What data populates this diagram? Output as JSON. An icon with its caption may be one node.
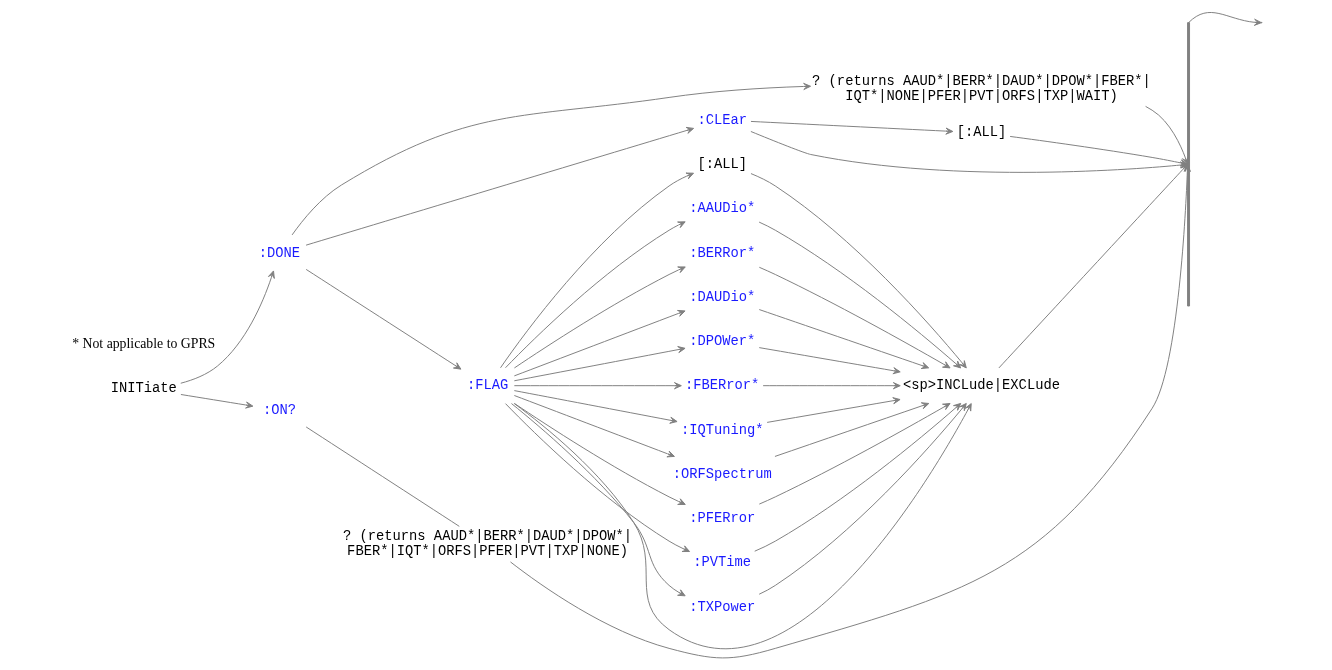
{
  "diagram": {
    "nodes": [
      {
        "text": [
          "INITiate"
        ]
      },
      {
        "text": [
          ":DONE"
        ]
      },
      {
        "text": [
          "? (returns AAUD*|BERR*|DAUD*|DPOW*|FBER*| IQT*|NONE|PFER|PVT|ORFS|TXP|WAIT)"
        ]
      },
      {
        "text": [
          ":CLEar"
        ]
      },
      {
        "text": [
          "[:ALL]"
        ]
      },
      {
        "text": [
          ":FLAG"
        ]
      },
      {
        "text": [
          "[:ALL]"
        ]
      },
      {
        "text": [
          ":AAUDio*"
        ]
      },
      {
        "text": [
          ":BERRor*"
        ]
      },
      {
        "text": [
          ":DAUDio*"
        ]
      },
      {
        "text": [
          ":DPOWer*"
        ]
      },
      {
        "text": [
          ":FBERror*"
        ]
      },
      {
        "text": [
          ":IQTuning*"
        ]
      },
      {
        "text": [
          ":ORFSpectrum"
        ]
      },
      {
        "text": [
          ":PFERror"
        ]
      },
      {
        "text": [
          ":PVTime"
        ]
      },
      {
        "text": [
          ":TXPower"
        ]
      },
      {
        "text": [
          "<sp>INCLude|EXCLude"
        ]
      },
      {
        "text": [
          ":ON?"
        ]
      },
      {
        "text": [
          "? (returns AAUD*|BERR*|DAUD*|DPOW*| FBER*|IQT*|ORFS|PFER|PVT|TXP|NONE)"
        ]
      },
      {
        "text": [],
        "shape": "bar"
      }
    ],
    "edges": [
      {
        "from": 0,
        "to": 1,
        "arrow": "to"
      },
      {
        "from": 0,
        "to": 18,
        "arrow": "to"
      },
      {
        "from": 1,
        "to": 2,
        "arrow": "to"
      },
      {
        "from": 1,
        "to": 3,
        "arrow": "to"
      },
      {
        "from": 1,
        "to": 5,
        "arrow": "to"
      },
      {
        "from": 2,
        "to": 20,
        "arrow": "to"
      },
      {
        "from": 3,
        "to": 4,
        "arrow": "to"
      },
      {
        "from": 3,
        "to": 20,
        "arrow": "to"
      },
      {
        "from": 4,
        "to": 20,
        "arrow": "to"
      },
      {
        "from": 5,
        "to": 6,
        "arrow": "to"
      },
      {
        "from": 5,
        "to": 7,
        "arrow": "to"
      },
      {
        "from": 5,
        "to": 8,
        "arrow": "to"
      },
      {
        "from": 5,
        "to": 9,
        "arrow": "to"
      },
      {
        "from": 5,
        "to": 10,
        "arrow": "to"
      },
      {
        "from": 5,
        "to": 11,
        "arrow": "to"
      },
      {
        "from": 5,
        "to": 12,
        "arrow": "to"
      },
      {
        "from": 5,
        "to": 13,
        "arrow": "to"
      },
      {
        "from": 5,
        "to": 14,
        "arrow": "to"
      },
      {
        "from": 5,
        "to": 15,
        "arrow": "to"
      },
      {
        "from": 5,
        "to": 16,
        "arrow": "to"
      },
      {
        "from": 5,
        "to": 17,
        "arrow": "to"
      },
      {
        "from": 6,
        "to": 17,
        "arrow": "to"
      },
      {
        "from": 7,
        "to": 17,
        "arrow": "to"
      },
      {
        "from": 8,
        "to": 17,
        "arrow": "to"
      },
      {
        "from": 9,
        "to": 17,
        "arrow": "to"
      },
      {
        "from": 10,
        "to": 17,
        "arrow": "to"
      },
      {
        "from": 11,
        "to": 17,
        "arrow": "to"
      },
      {
        "from": 12,
        "to": 17,
        "arrow": "to"
      },
      {
        "from": 13,
        "to": 17,
        "arrow": "to"
      },
      {
        "from": 14,
        "to": 17,
        "arrow": "to"
      },
      {
        "from": 15,
        "to": 17,
        "arrow": "to"
      },
      {
        "from": 16,
        "to": 17,
        "arrow": "to"
      },
      {
        "from": 17,
        "to": 20,
        "arrow": "to"
      },
      {
        "from": 18,
        "to": 19,
        "arrow": "none"
      },
      {
        "from": 19,
        "to": 20,
        "arrow": "to"
      },
      {
        "from": 20,
        "to": null,
        "arrow": "to"
      }
    ],
    "labels": [
      "* Not applicable to GPRS"
    ]
  }
}
